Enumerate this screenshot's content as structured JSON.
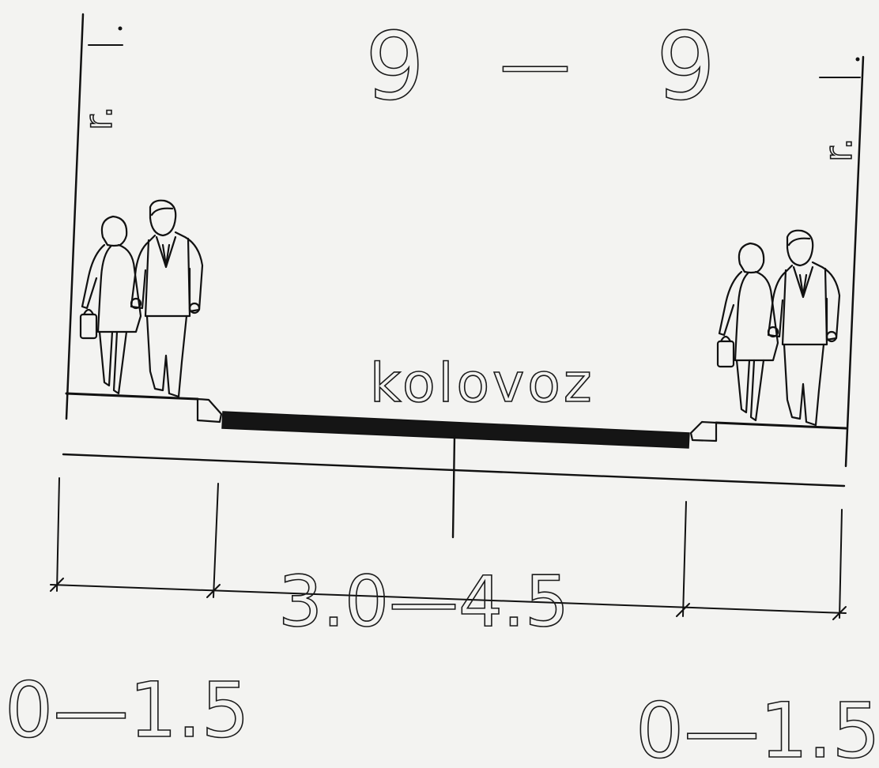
{
  "section": {
    "title_left": "9",
    "title_dash": "—",
    "title_right": "9",
    "road_label": "kolovoz",
    "road_width": "3.0—4.5",
    "sidewalk_left_width": "0—1.5",
    "sidewalk_right_width": "0—1.5",
    "marker_left": "r.",
    "marker_right": "r."
  },
  "colors": {
    "ink": "#111111",
    "paper": "#f3f3f1",
    "asphalt": "#151515"
  }
}
